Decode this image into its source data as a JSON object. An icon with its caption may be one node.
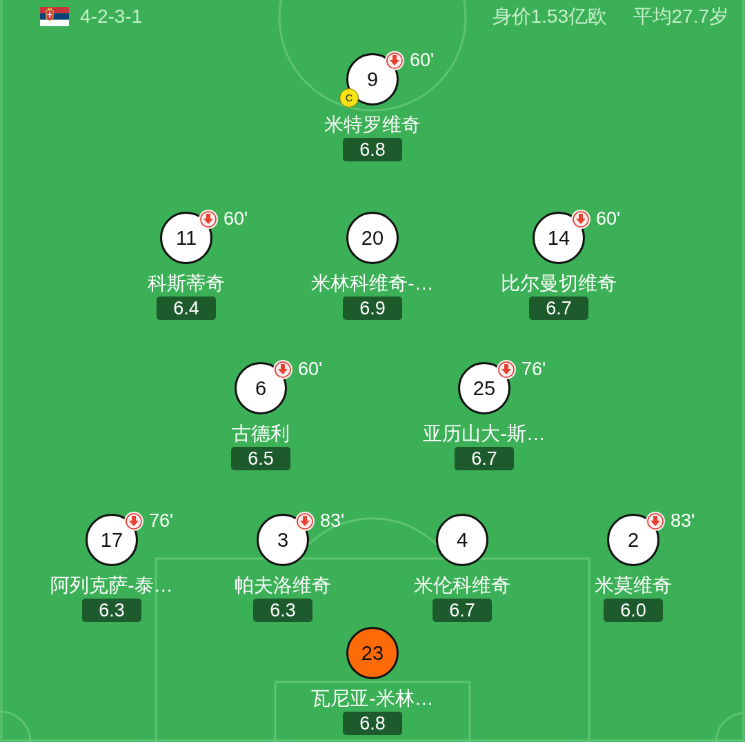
{
  "diagram": {
    "nodes": [
      {
        "text": [
          "9"
        ],
        "beside": [
          "60'",
          "米特罗维奇"
        ]
      },
      {
        "text": [
          "C"
        ]
      },
      {
        "text": [
          "6.8"
        ]
      },
      {
        "text": [
          "11"
        ],
        "beside": [
          "60'",
          "科斯蒂奇"
        ]
      },
      {
        "text": [
          "6.4"
        ]
      },
      {
        "text": [
          "20"
        ],
        "beside": [
          "米林科维奇-…"
        ]
      },
      {
        "text": [
          "6.9"
        ]
      },
      {
        "text": [
          "14"
        ],
        "beside": [
          "60'",
          "比尔曼切维奇"
        ]
      },
      {
        "text": [
          "6.7"
        ]
      },
      {
        "text": [
          "6"
        ],
        "beside": [
          "60'",
          "古德利"
        ]
      },
      {
        "text": [
          "6.5"
        ]
      },
      {
        "text": [
          "25"
        ],
        "beside": [
          "76'",
          "亚历山大-斯…"
        ]
      },
      {
        "text": [
          "6.7"
        ]
      },
      {
        "text": [
          "17"
        ],
        "beside": [
          "76'",
          "阿列克萨-泰…"
        ]
      },
      {
        "text": [
          "6.3"
        ]
      },
      {
        "text": [
          "3"
        ],
        "beside": [
          "83'",
          "帕夫洛维奇"
        ]
      },
      {
        "text": [
          "6.3"
        ]
      },
      {
        "text": [
          "4"
        ],
        "beside": [
          "米伦科维奇"
        ]
      },
      {
        "text": [
          "6.7"
        ]
      },
      {
        "text": [
          "2"
        ],
        "beside": [
          "83'",
          "米莫维奇"
        ]
      },
      {
        "text": [
          "6.0"
        ]
      },
      {
        "text": [
          "23"
        ],
        "beside": [
          "瓦尼亚-米林…"
        ]
      },
      {
        "text": [
          "6.8"
        ]
      }
    ],
    "labels": [
      "4-2-3-1",
      "身价1.53亿欧",
      "平均27.7岁"
    ]
  }
}
